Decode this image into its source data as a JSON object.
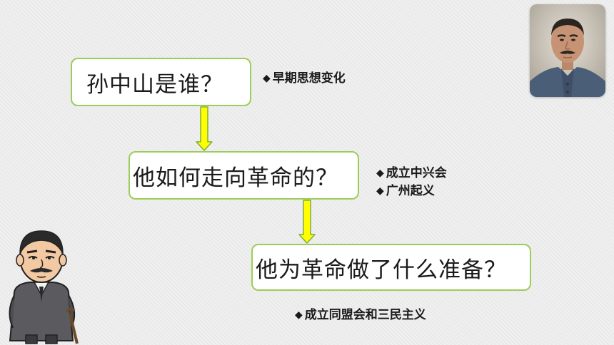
{
  "flow": {
    "q1": "孙中山是谁？",
    "q2": "他如何走向革命的？",
    "q3": "他为革命做了什么准备？"
  },
  "notes": {
    "group1": [
      "早期思想变化"
    ],
    "group2": [
      "成立中兴会",
      "广州起义"
    ],
    "group3": [
      "成立同盟会和三民主义"
    ]
  },
  "bullet_glyph": "◆",
  "colors": {
    "box_border": "#9ccd5a",
    "arrow_fill": "#ffff00",
    "arrow_stroke": "#7fae3a",
    "background": "#ededed"
  },
  "images": {
    "portrait": "portrait-photo",
    "cartoon": "cartoon-figure"
  }
}
